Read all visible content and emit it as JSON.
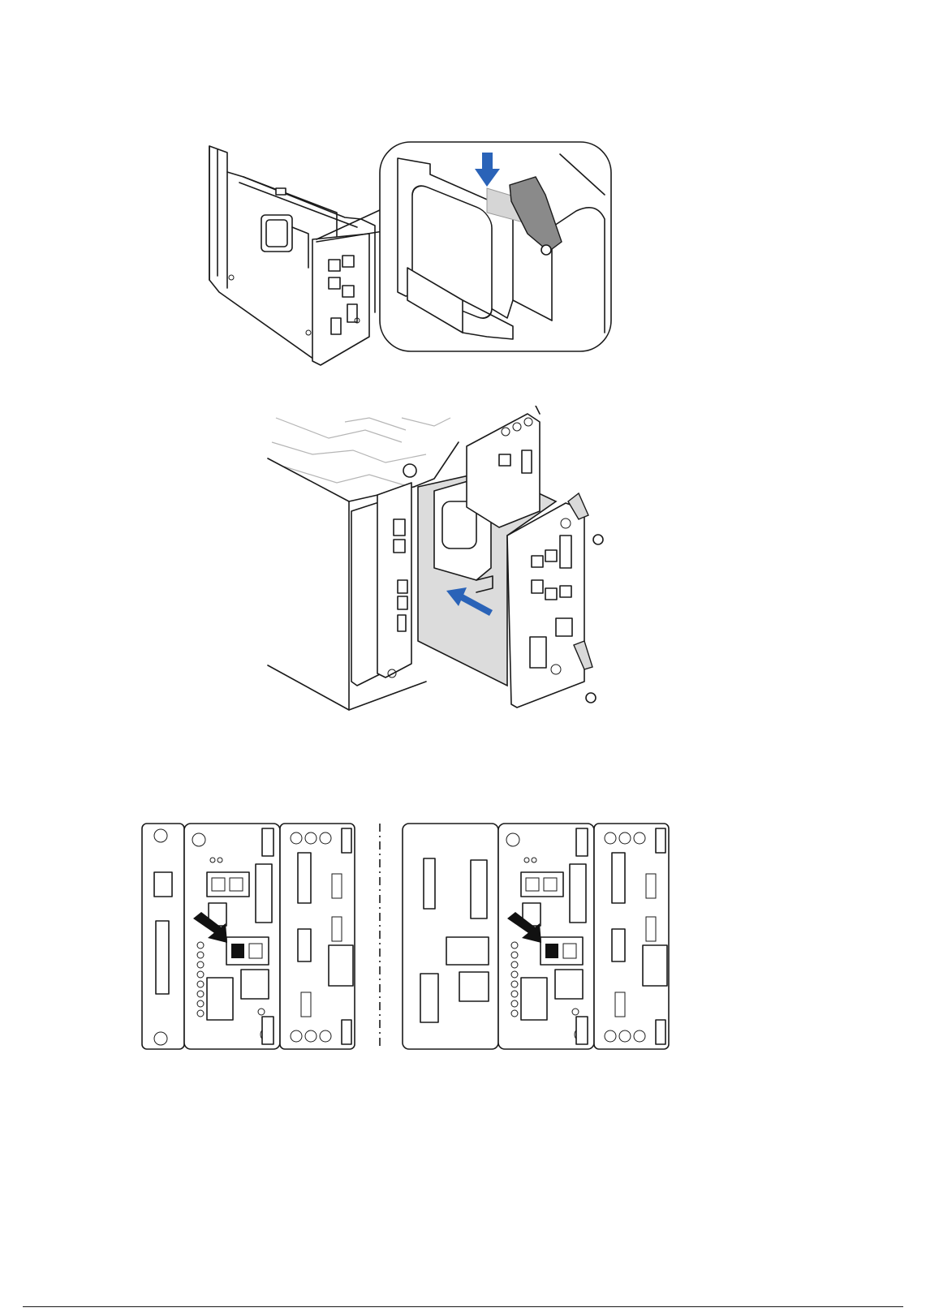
{
  "figures": [
    {
      "id": "remove-bracket-latch",
      "type": "illustration",
      "callout": "zoom-detail",
      "arrow_color": "#2a63b8"
    },
    {
      "id": "slide-in-adapter",
      "type": "illustration",
      "arrow_color": "#2a63b8",
      "screws": 2
    },
    {
      "id": "rear-panel-port-location",
      "type": "illustration",
      "arrow_color": "#111111",
      "variants": 2
    }
  ],
  "colors": {
    "line": "#1a1a1a",
    "blue_arrow": "#2a63b8",
    "panel_fill": "#d9d9d9",
    "black_arrow": "#111111"
  }
}
